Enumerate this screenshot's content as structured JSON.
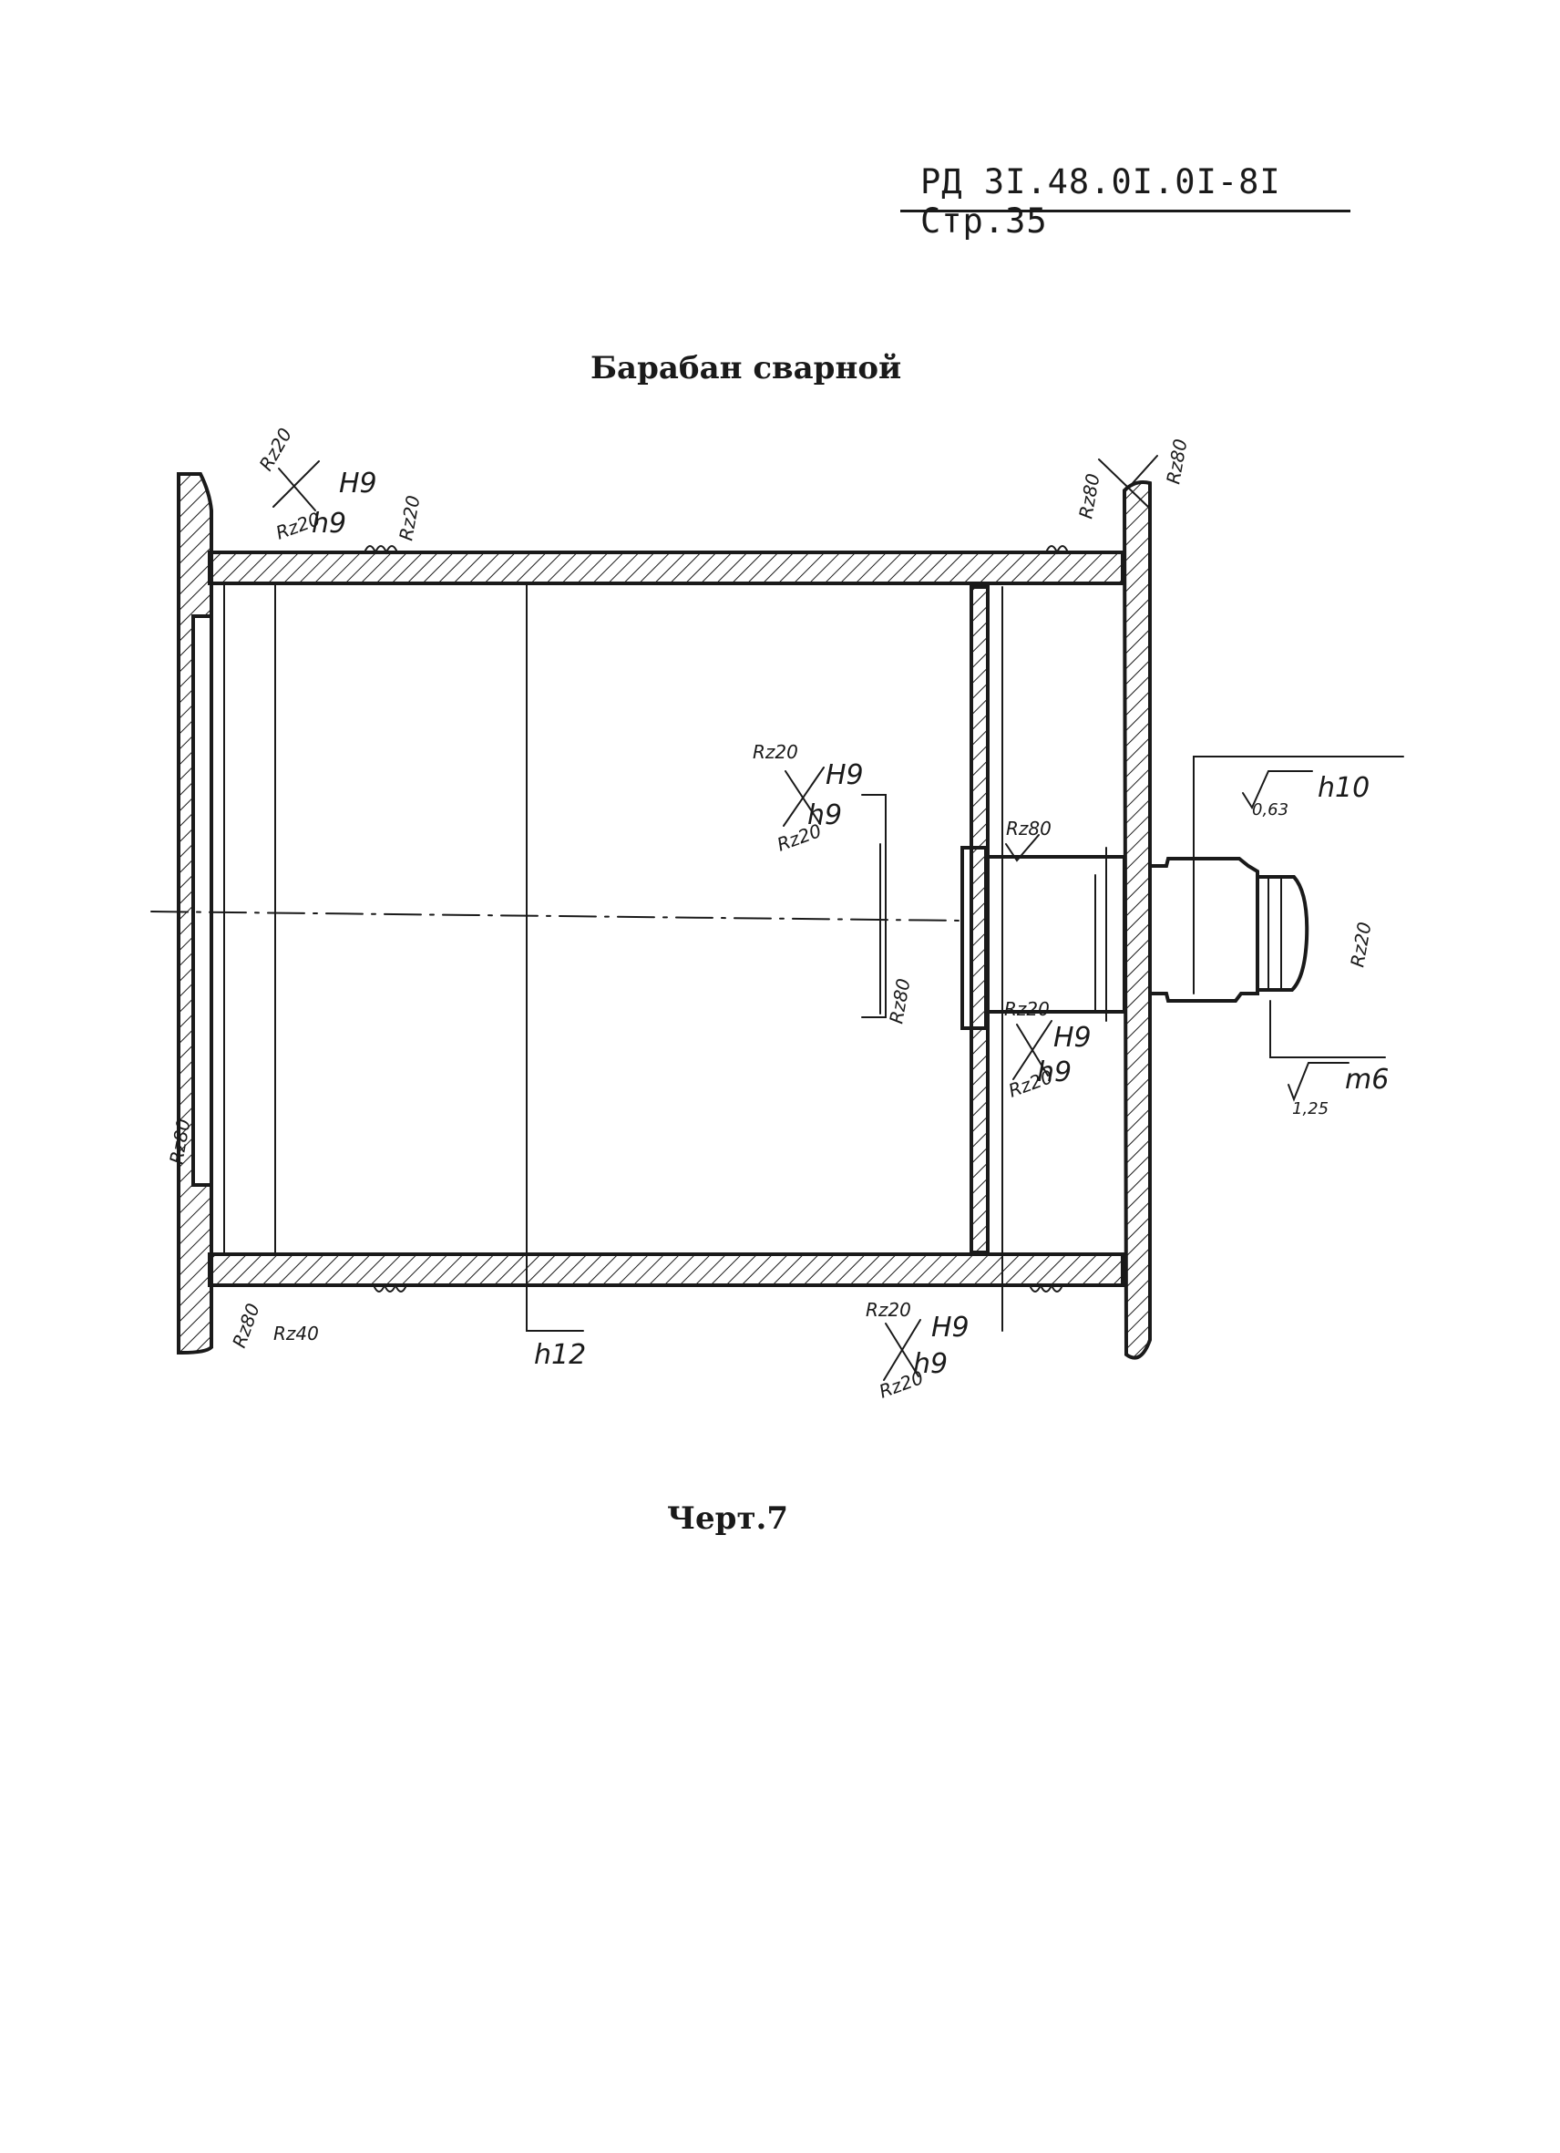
{
  "header": {
    "doc_ref": "РД 3I.48.0I.0I-8I Стр.35"
  },
  "title": "Барабан сварной",
  "caption": "Черт.7",
  "fits": {
    "top_left_hole": "H9",
    "top_left_shaft": "h9",
    "center_hole": "H9",
    "center_shaft": "h9",
    "journal_shaft": "h10",
    "lower_mid_hole": "H9",
    "lower_mid_shaft": "h9",
    "shaft_end": "m6",
    "drum_bore": "h12",
    "bottom_hole": "H9",
    "bottom_shaft": "h9"
  },
  "roughness": {
    "tl_upper": "Rz20",
    "tl_lower": "Rz20",
    "tl_side": "Rz20",
    "top_right_a": "Rz80",
    "top_right_b": "Rz80",
    "center_upper": "Rz20",
    "center_lower": "Rz20",
    "hub_face": "Rz80",
    "hub_bore": "Rz80",
    "journal": "0,63",
    "shaft_end_side": "Rz20",
    "mid_upper": "Rz20",
    "mid_lower": "Rz20",
    "shaft_end": "1,25",
    "left_flange": "Rz80",
    "bottom_left_a": "Rz80",
    "bottom_left_b": "Rz40",
    "bottom_upper": "Rz20",
    "bottom_lower": "Rz20"
  }
}
